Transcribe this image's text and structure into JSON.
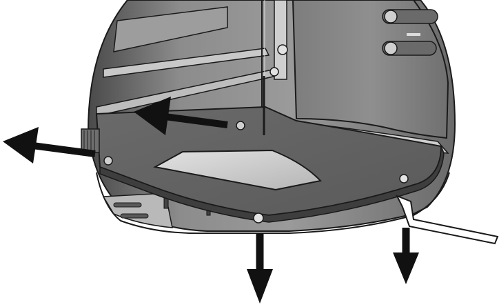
{
  "illustration": {
    "subject": "stove-base-plate-removal",
    "arrows": [
      {
        "id": "arrow-slide-back",
        "direction": "left"
      },
      {
        "id": "arrow-pull-out-left",
        "direction": "left"
      },
      {
        "id": "arrow-drop-center",
        "direction": "down"
      },
      {
        "id": "arrow-drop-right",
        "direction": "down"
      }
    ],
    "tool": "hex-key-icon",
    "colors": {
      "body_dark": "#5e5e5e",
      "body_mid": "#8a8a8a",
      "body_light": "#b8b8b8",
      "highlight": "#d9d9d9",
      "outline": "#1a1a1a",
      "arrow": "#111111"
    }
  }
}
